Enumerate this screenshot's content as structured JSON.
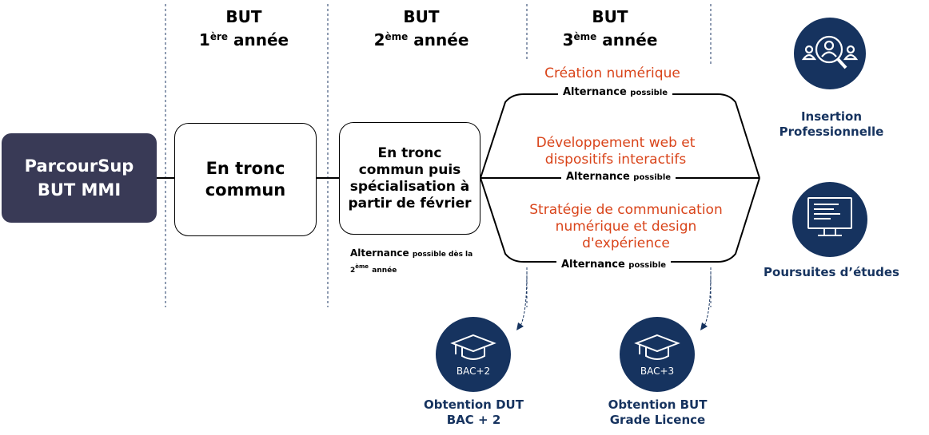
{
  "years": [
    {
      "label": "BUT",
      "num": "1",
      "sup": "ère",
      "word": "année"
    },
    {
      "label": "BUT",
      "num": "2",
      "sup": "ème",
      "word": "année"
    },
    {
      "label": "BUT",
      "num": "3",
      "sup": "ème",
      "word": "année"
    }
  ],
  "start_box": {
    "line1": "ParcourSup",
    "line2": "BUT MMI",
    "fill": "#393a56"
  },
  "year1_box": {
    "text": "En tronc commun"
  },
  "year2_box": {
    "text": "En tronc commun puis spécialisation à partir de février"
  },
  "year2_alternance": {
    "bold": "Alternance",
    "small": "possible dès la",
    "num": "2",
    "sup": "ème",
    "tail": "année"
  },
  "tracks": [
    {
      "title": "Création numérique",
      "alt_bold": "Alternance",
      "alt_small": "possible"
    },
    {
      "title": "Développement web et dispositifs interactifs",
      "alt_bold": "Alternance",
      "alt_small": "possible"
    },
    {
      "title": "Stratégie de communication numérique et design d'expérience",
      "alt_bold": "Alternance",
      "alt_small": "possible"
    }
  ],
  "outcomes": [
    {
      "label": "Insertion Professionnelle",
      "icon": "people-search-icon"
    },
    {
      "label": "Poursuites d’études",
      "icon": "monitor-icon"
    }
  ],
  "degrees": [
    {
      "badge": "BAC+2",
      "line1": "Obtention DUT",
      "line2": "BAC + 2",
      "icon": "graduation-cap-icon"
    },
    {
      "badge": "BAC+3",
      "line1": "Obtention BUT",
      "line2": "Grade Licence",
      "icon": "graduation-cap-icon"
    }
  ],
  "colors": {
    "navy": "#16335f",
    "orange": "#d9441a",
    "dark_box": "#393a56"
  }
}
